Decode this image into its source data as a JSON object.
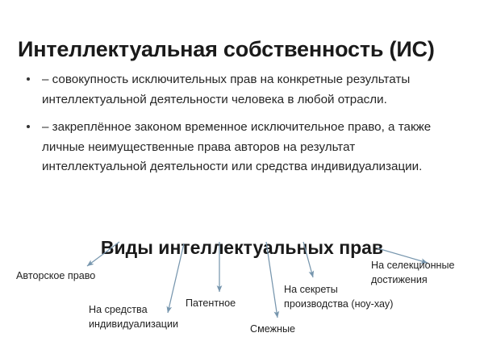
{
  "slide": {
    "title": "Интеллектуальная собственность (ИС)",
    "background_color": "#ffffff",
    "title_color": "#1a1a1a",
    "body_color": "#262626",
    "arrow_color": "#7796ae"
  },
  "bullets": [
    {
      "marker": "bullet-dot",
      "text": "– совокупность исключительных прав на конкретные результаты интеллектуальной деятельности человека в любой отрасли."
    },
    {
      "marker": "bullet-dot",
      "text": "– закреплённое законом временное исключительное право, а также личные неимущественные права авторов на результат интеллектуальной деятельности или средства индивидуализации."
    }
  ],
  "diagram": {
    "heading": "Виды интеллектуальных прав",
    "leaves": [
      {
        "label": "Авторское право"
      },
      {
        "label": "На средства\nиндивидуализации"
      },
      {
        "label": "Патентное"
      },
      {
        "label": "Смежные"
      },
      {
        "label": "На секреты\nпроизводства (ноу-хау)"
      },
      {
        "label": "На селекционные\nдостижения"
      }
    ]
  }
}
